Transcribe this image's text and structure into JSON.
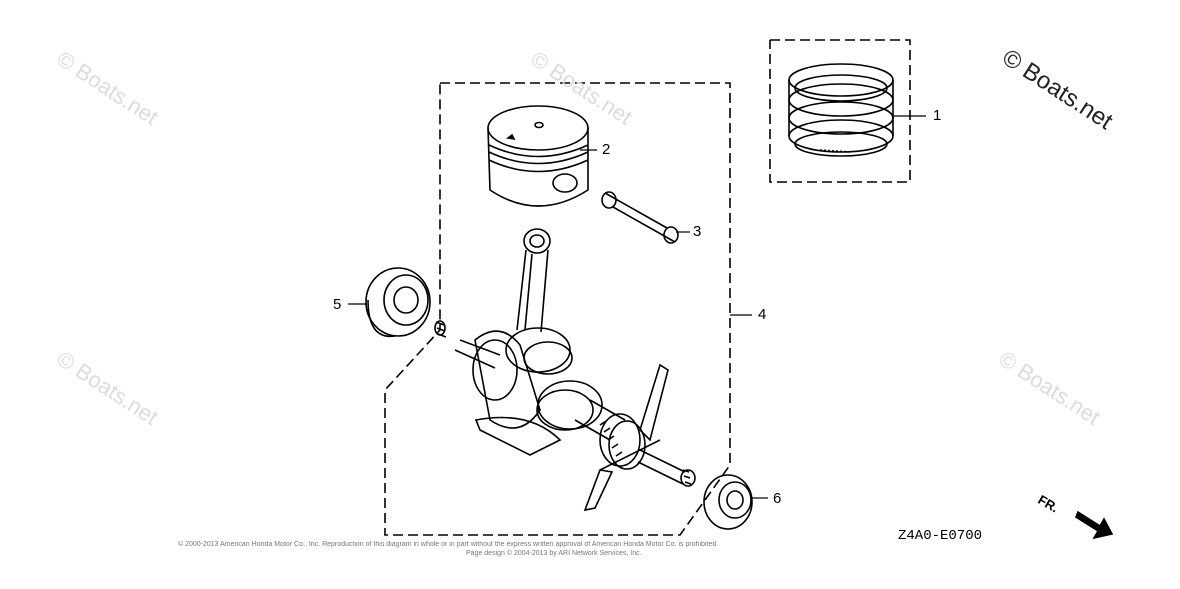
{
  "watermarks": {
    "small": "© Boats.net",
    "corner": "© Boats.net"
  },
  "callouts": [
    {
      "id": "1",
      "label": "1"
    },
    {
      "id": "2",
      "label": "2"
    },
    {
      "id": "3",
      "label": "3"
    },
    {
      "id": "4",
      "label": "4"
    },
    {
      "id": "5",
      "label": "5"
    },
    {
      "id": "6",
      "label": "6"
    }
  ],
  "diagram_code": "Z4A0-E0700",
  "direction_marker": "FR.",
  "footer": {
    "copyright_line": "© 2000-2013 American Honda Motor Co., Inc. Reproduction of this diagram in whole or in part without the express written approval of American Honda Motor Co. is prohibited.",
    "design_line": "Page design © 2004-2013 by ARI Network Services, Inc."
  }
}
